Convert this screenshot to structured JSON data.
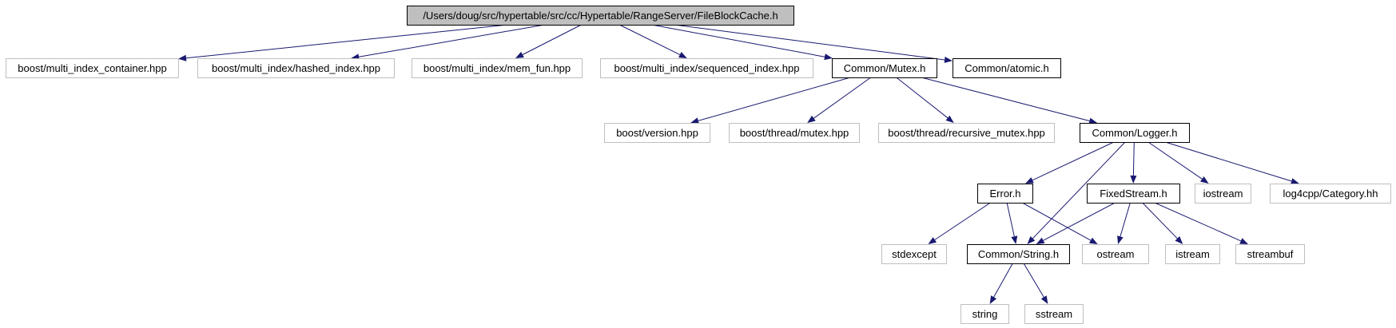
{
  "colors": {
    "edge": "#191970",
    "root_fill": "#bfbfbf",
    "documented_border": "#000000",
    "external_border": "#bfbfbf"
  },
  "nodes": [
    {
      "id": "root",
      "label": "/Users/doug/src/hypertable/src/cc/Hypertable/RangeServer/FileBlockCache.h",
      "kind": "root"
    },
    {
      "id": "n1",
      "label": "boost/multi_index_container.hpp",
      "kind": "external"
    },
    {
      "id": "n2",
      "label": "boost/multi_index/hashed_index.hpp",
      "kind": "external"
    },
    {
      "id": "n3",
      "label": "boost/multi_index/mem_fun.hpp",
      "kind": "external"
    },
    {
      "id": "n4",
      "label": "boost/multi_index/sequenced_index.hpp",
      "kind": "external"
    },
    {
      "id": "n5",
      "label": "Common/Mutex.h",
      "kind": "documented"
    },
    {
      "id": "n6",
      "label": "Common/atomic.h",
      "kind": "documented"
    },
    {
      "id": "n7",
      "label": "boost/version.hpp",
      "kind": "external"
    },
    {
      "id": "n8",
      "label": "boost/thread/mutex.hpp",
      "kind": "external"
    },
    {
      "id": "n9",
      "label": "boost/thread/recursive_mutex.hpp",
      "kind": "external"
    },
    {
      "id": "n10",
      "label": "Common/Logger.h",
      "kind": "documented"
    },
    {
      "id": "n11",
      "label": "Error.h",
      "kind": "documented"
    },
    {
      "id": "n12",
      "label": "FixedStream.h",
      "kind": "documented"
    },
    {
      "id": "n13",
      "label": "iostream",
      "kind": "external"
    },
    {
      "id": "n14",
      "label": "log4cpp/Category.hh",
      "kind": "external"
    },
    {
      "id": "n15",
      "label": "stdexcept",
      "kind": "external"
    },
    {
      "id": "n16",
      "label": "Common/String.h",
      "kind": "documented"
    },
    {
      "id": "n17",
      "label": "ostream",
      "kind": "external"
    },
    {
      "id": "n18",
      "label": "istream",
      "kind": "external"
    },
    {
      "id": "n19",
      "label": "streambuf",
      "kind": "external"
    },
    {
      "id": "n20",
      "label": "string",
      "kind": "external"
    },
    {
      "id": "n21",
      "label": "sstream",
      "kind": "external"
    }
  ],
  "edges": [
    [
      "root",
      "n1"
    ],
    [
      "root",
      "n2"
    ],
    [
      "root",
      "n3"
    ],
    [
      "root",
      "n4"
    ],
    [
      "root",
      "n5"
    ],
    [
      "root",
      "n6"
    ],
    [
      "n5",
      "n7"
    ],
    [
      "n5",
      "n8"
    ],
    [
      "n5",
      "n9"
    ],
    [
      "n5",
      "n10"
    ],
    [
      "n10",
      "n11"
    ],
    [
      "n10",
      "n16"
    ],
    [
      "n10",
      "n12"
    ],
    [
      "n10",
      "n13"
    ],
    [
      "n10",
      "n14"
    ],
    [
      "n11",
      "n15"
    ],
    [
      "n11",
      "n16"
    ],
    [
      "n11",
      "n17"
    ],
    [
      "n12",
      "n16"
    ],
    [
      "n12",
      "n17"
    ],
    [
      "n12",
      "n18"
    ],
    [
      "n12",
      "n19"
    ],
    [
      "n16",
      "n20"
    ],
    [
      "n16",
      "n21"
    ]
  ]
}
